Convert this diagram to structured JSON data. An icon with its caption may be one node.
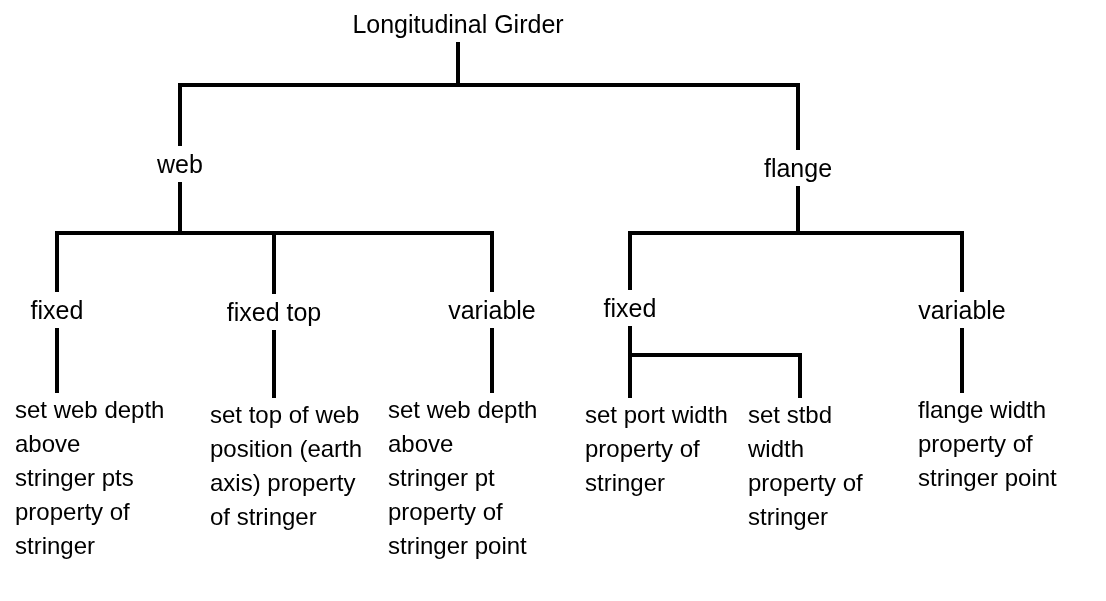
{
  "diagram": {
    "nodes": [
      {
        "text": [
          "Longitudinal Girder"
        ]
      },
      {
        "text": [
          "web"
        ]
      },
      {
        "text": [
          "flange"
        ]
      },
      {
        "text": [
          "fixed"
        ]
      },
      {
        "text": [
          "fixed top"
        ]
      },
      {
        "text": [
          "variable"
        ]
      },
      {
        "text": [
          "fixed"
        ]
      },
      {
        "text": [
          "variable"
        ]
      },
      {
        "text": [
          "set web depth above stringer pts property of stringer"
        ]
      },
      {
        "text": [
          "set top of web position (earth axis) property of stringer"
        ]
      },
      {
        "text": [
          "set web depth above stringer pt property of stringer point"
        ]
      },
      {
        "text": [
          "set port width property of stringer"
        ]
      },
      {
        "text": [
          "set stbd width property of stringer"
        ]
      },
      {
        "text": [
          "flange width property of stringer point"
        ]
      }
    ],
    "edges": [
      {
        "from": 0,
        "to": 1,
        "arrow": "none"
      },
      {
        "from": 0,
        "to": 2,
        "arrow": "none"
      },
      {
        "from": 1,
        "to": 3,
        "arrow": "none"
      },
      {
        "from": 1,
        "to": 4,
        "arrow": "none"
      },
      {
        "from": 1,
        "to": 5,
        "arrow": "none"
      },
      {
        "from": 2,
        "to": 6,
        "arrow": "none"
      },
      {
        "from": 2,
        "to": 7,
        "arrow": "none"
      },
      {
        "from": 3,
        "to": 8,
        "arrow": "none"
      },
      {
        "from": 4,
        "to": 9,
        "arrow": "none"
      },
      {
        "from": 5,
        "to": 10,
        "arrow": "none"
      },
      {
        "from": 6,
        "to": 11,
        "arrow": "none"
      },
      {
        "from": 6,
        "to": 12,
        "arrow": "none"
      },
      {
        "from": 7,
        "to": 13,
        "arrow": "none"
      }
    ]
  }
}
